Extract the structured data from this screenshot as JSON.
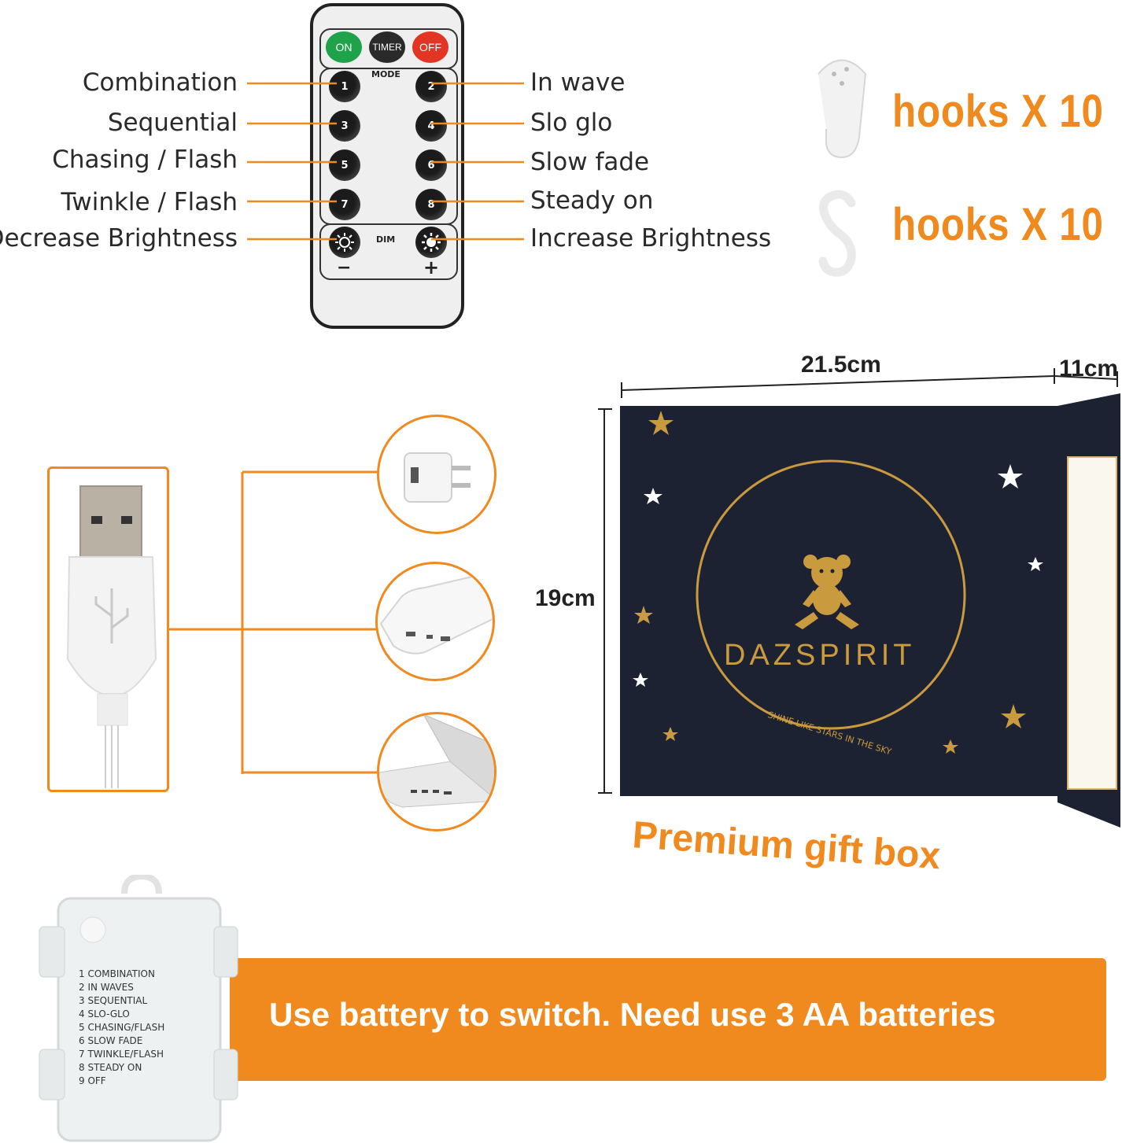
{
  "remote": {
    "on": "ON",
    "timer": "TIMER",
    "off": "OFF",
    "mode": "MODE",
    "dim": "DIM",
    "minus": "−",
    "plus": "+",
    "buttons": [
      "1",
      "2",
      "3",
      "4",
      "5",
      "6",
      "7",
      "8"
    ]
  },
  "left_labels": [
    "Combination",
    "Sequential",
    "Chasing / Flash",
    "Twinkle / Flash",
    "Decrease Brightness"
  ],
  "right_labels": [
    "In wave",
    "Slo glo",
    "Slow fade",
    "Steady on",
    "Increase Brightness"
  ],
  "hooks": [
    "hooks X 10",
    "hooks X 10"
  ],
  "box": {
    "width": "21.5cm",
    "depth": "11cm",
    "height": "19cm",
    "brand": "DAZSPIRIT",
    "tagline": "SHINE LIKE STARS IN THE SKY",
    "caption": "Premium gift box"
  },
  "battery": {
    "modes": [
      "1 COMBINATION",
      "2 IN WAVES",
      "3 SEQUENTIAL",
      "4 SLO-GLO",
      "5 CHASING/FLASH",
      "6 SLOW FADE",
      "7 TWINKLE/FLASH",
      "8 STEADY ON",
      "9 OFF"
    ],
    "banner": "Use battery to switch. Need use 3 AA batteries"
  },
  "colors": {
    "accent": "#f0891e",
    "box": "#1d2233",
    "gold": "#c99a3e"
  },
  "icons": [
    "usb-plug-icon",
    "wall-adapter-icon",
    "power-bank-icon",
    "laptop-icon",
    "adhesive-hook-icon",
    "s-hook-icon",
    "teddy-bear-logo-icon"
  ]
}
